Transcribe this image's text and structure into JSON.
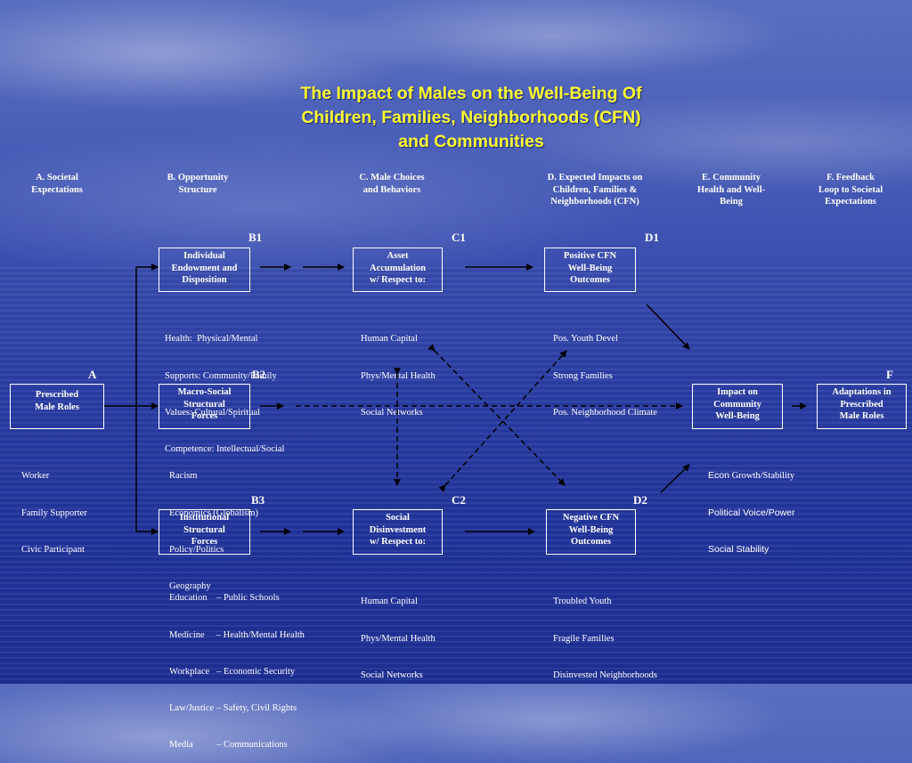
{
  "title": [
    "The Impact of Males on the Well-Being Of",
    "Children, Families, Neighborhoods (CFN)",
    "and Communities"
  ],
  "column_headers": {
    "a": [
      "A. Societal",
      "Expectations"
    ],
    "b": [
      "B. Opportunity",
      "Structure"
    ],
    "c": [
      "C. Male Choices",
      "and Behaviors"
    ],
    "d": [
      "D. Expected Impacts on",
      "Children, Families &",
      "Neighborhoods (CFN)"
    ],
    "e": [
      "E. Community",
      "Health and Well-",
      "Being"
    ],
    "f": [
      "F. Feedback",
      "Loop to Societal",
      "Expectations"
    ]
  },
  "labels": {
    "a": "A",
    "b1": "B1",
    "b2": "B2",
    "b3": "B3",
    "c1": "C1",
    "c2": "C2",
    "d1": "D1",
    "d2": "D2",
    "f": "F"
  },
  "boxes": {
    "a": [
      "Prescribed",
      "Male Roles"
    ],
    "b1": [
      "Individual",
      "Endowment and",
      "Disposition"
    ],
    "b2": [
      "Macro-Social",
      "Structural",
      "Forces"
    ],
    "b3": [
      "Institutional",
      "Structural",
      "Forces"
    ],
    "c1": [
      "Asset",
      "Accumulation",
      "w/ Respect to:"
    ],
    "c2": [
      "Social",
      "Disinvestment",
      "w/ Respect to:"
    ],
    "d1": [
      "Positive CFN",
      "Well-Being",
      "Outcomes"
    ],
    "d2": [
      "Negative CFN",
      "Well-Being",
      "Outcomes"
    ],
    "e": [
      "Impact on",
      "Community",
      "Well-Being"
    ],
    "f": [
      "Adaptations in",
      "Prescribed",
      "Male Roles"
    ]
  },
  "lists": {
    "a": [
      "Worker",
      "Family Supporter",
      "Civic Participant"
    ],
    "b1": [
      "Health:  Physical/Mental",
      "Supports: Community/Family",
      "Values: Cultural/Spiritual",
      "Competence: Intellectual/Social"
    ],
    "b2": [
      "Racism",
      "Economics (Globalism)",
      "Policy/Politics",
      "Geography"
    ],
    "b3": [
      "Education    – Public Schools",
      "Medicine     – Health/Mental Health",
      "Workplace   – Economic Security",
      "Law/Justice – Safety, Civil Rights",
      "Media          – Communications"
    ],
    "c1": [
      "Human Capital",
      "Phys/Mental Health",
      "Social Networks"
    ],
    "c2": [
      "Human Capital",
      "Phys/Mental Health",
      "Social Networks"
    ],
    "d1": [
      "Pos. Youth Devel",
      "Strong Families",
      "Pos. Neighborhood Climate"
    ],
    "d2": [
      "Troubled Youth",
      "Fragile Families",
      "Disinvested Neighborhoods"
    ],
    "e": [
      {
        "lead": "Econ",
        "rest": " Growth/Stability"
      },
      {
        "lead": "Political Voice/Power",
        "rest": ""
      },
      {
        "lead": "Social Stability",
        "rest": ""
      }
    ]
  },
  "colors": {
    "title": "#ffff33",
    "text": "#ffffff",
    "lines": "#000000"
  }
}
